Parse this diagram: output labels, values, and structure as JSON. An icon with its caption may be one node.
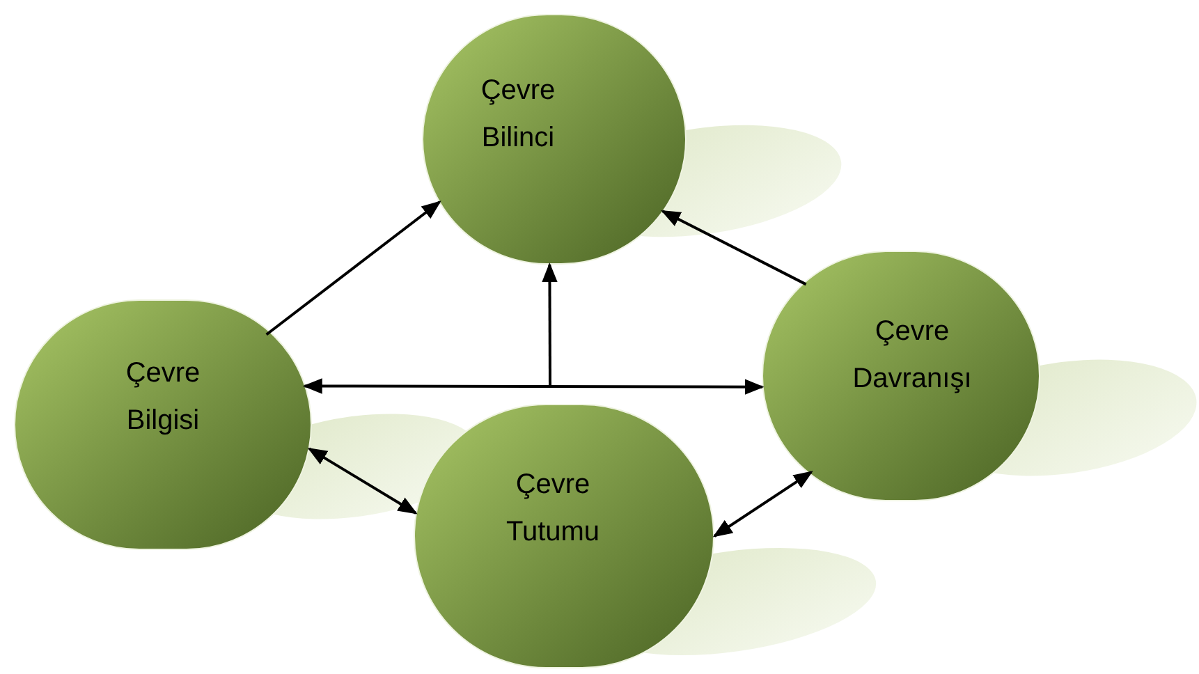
{
  "diagram": {
    "nodes": [
      {
        "text": [
          "Çevre Bilinci"
        ]
      },
      {
        "text": [
          "Çevre Bilgisi"
        ]
      },
      {
        "text": [
          "Çevre Davranışı"
        ]
      },
      {
        "text": [
          "Çevre Tutumu"
        ]
      }
    ],
    "edges": [
      {
        "from": 1,
        "to": 0,
        "arrow": "to"
      },
      {
        "from": 2,
        "to": 0,
        "arrow": "to"
      },
      {
        "from": 1,
        "to": 2,
        "arrow": "both"
      },
      {
        "from": null,
        "to": 0,
        "arrow": "to"
      },
      {
        "from": 1,
        "to": 3,
        "arrow": "both"
      },
      {
        "from": 3,
        "to": 2,
        "arrow": "both"
      }
    ]
  }
}
